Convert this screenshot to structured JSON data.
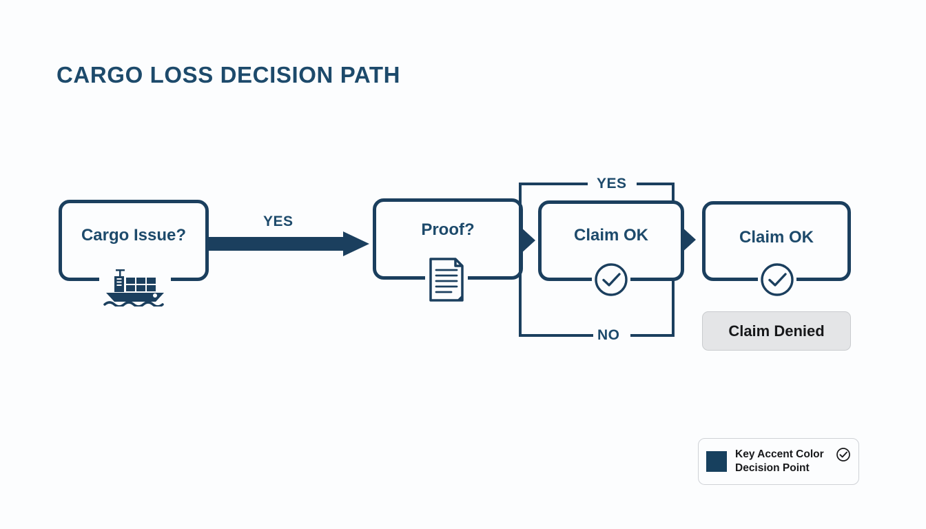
{
  "page": {
    "title": "CARGO LOSS DECISION PATH",
    "background_color": "#fcfdfe",
    "accent_color": "#1b3f5e",
    "title_color": "#1d4a6b"
  },
  "flow": {
    "nodes": [
      {
        "id": "cargo-issue",
        "label": "Cargo Issue?",
        "icon": "cargo-ship-icon"
      },
      {
        "id": "proof",
        "label": "Proof?",
        "icon": "document-icon"
      },
      {
        "id": "claim-ok-1",
        "label": "Claim OK",
        "icon": "check-circle-icon"
      },
      {
        "id": "claim-ok-2",
        "label": "Claim OK",
        "icon": "check-circle-icon"
      }
    ],
    "connectors": [
      {
        "id": "main-arrow",
        "label": "YES",
        "style": "thick-arrow"
      },
      {
        "id": "yes-branch",
        "label": "YES",
        "style": "bracket-top"
      },
      {
        "id": "no-branch",
        "label": "NO",
        "style": "bracket-bottom"
      }
    ],
    "terminal_chip": {
      "label": "Claim Denied",
      "background_color": "#e4e5e7",
      "text_color": "#17181a"
    }
  },
  "legend": {
    "swatch_color": "#17405e",
    "line1": "Key Accent Color",
    "line2": "Decision Point",
    "icon": "check-circle-icon"
  }
}
